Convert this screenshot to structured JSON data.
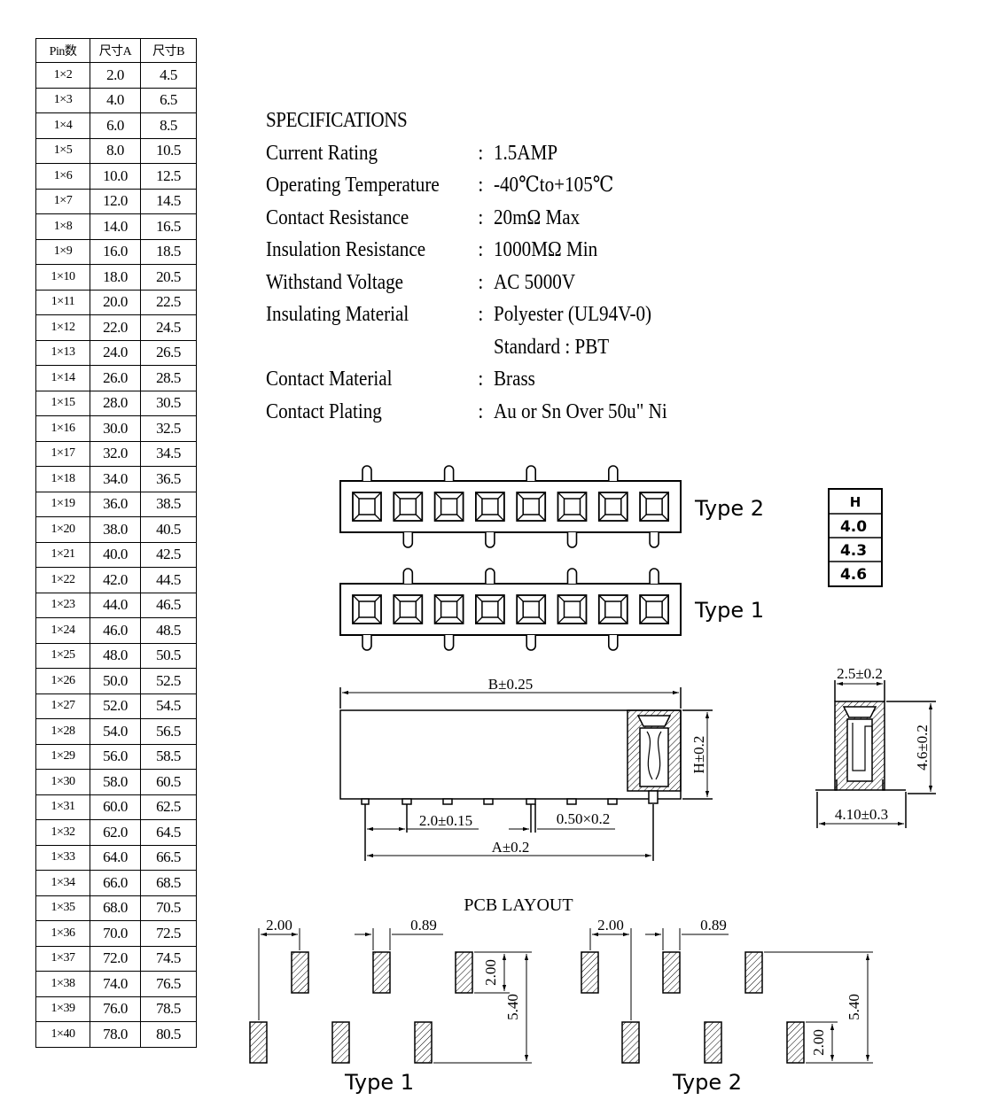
{
  "table": {
    "headers": [
      "Pin数",
      "尺寸A",
      "尺寸B"
    ],
    "rows": [
      [
        "1×2",
        "2.0",
        "4.5"
      ],
      [
        "1×3",
        "4.0",
        "6.5"
      ],
      [
        "1×4",
        "6.0",
        "8.5"
      ],
      [
        "1×5",
        "8.0",
        "10.5"
      ],
      [
        "1×6",
        "10.0",
        "12.5"
      ],
      [
        "1×7",
        "12.0",
        "14.5"
      ],
      [
        "1×8",
        "14.0",
        "16.5"
      ],
      [
        "1×9",
        "16.0",
        "18.5"
      ],
      [
        "1×10",
        "18.0",
        "20.5"
      ],
      [
        "1×11",
        "20.0",
        "22.5"
      ],
      [
        "1×12",
        "22.0",
        "24.5"
      ],
      [
        "1×13",
        "24.0",
        "26.5"
      ],
      [
        "1×14",
        "26.0",
        "28.5"
      ],
      [
        "1×15",
        "28.0",
        "30.5"
      ],
      [
        "1×16",
        "30.0",
        "32.5"
      ],
      [
        "1×17",
        "32.0",
        "34.5"
      ],
      [
        "1×18",
        "34.0",
        "36.5"
      ],
      [
        "1×19",
        "36.0",
        "38.5"
      ],
      [
        "1×20",
        "38.0",
        "40.5"
      ],
      [
        "1×21",
        "40.0",
        "42.5"
      ],
      [
        "1×22",
        "42.0",
        "44.5"
      ],
      [
        "1×23",
        "44.0",
        "46.5"
      ],
      [
        "1×24",
        "46.0",
        "48.5"
      ],
      [
        "1×25",
        "48.0",
        "50.5"
      ],
      [
        "1×26",
        "50.0",
        "52.5"
      ],
      [
        "1×27",
        "52.0",
        "54.5"
      ],
      [
        "1×28",
        "54.0",
        "56.5"
      ],
      [
        "1×29",
        "56.0",
        "58.5"
      ],
      [
        "1×30",
        "58.0",
        "60.5"
      ],
      [
        "1×31",
        "60.0",
        "62.5"
      ],
      [
        "1×32",
        "62.0",
        "64.5"
      ],
      [
        "1×33",
        "64.0",
        "66.5"
      ],
      [
        "1×34",
        "66.0",
        "68.5"
      ],
      [
        "1×35",
        "68.0",
        "70.5"
      ],
      [
        "1×36",
        "70.0",
        "72.5"
      ],
      [
        "1×37",
        "72.0",
        "74.5"
      ],
      [
        "1×38",
        "74.0",
        "76.5"
      ],
      [
        "1×39",
        "76.0",
        "78.5"
      ],
      [
        "1×40",
        "78.0",
        "80.5"
      ]
    ]
  },
  "specs": {
    "title": "SPECIFICATIONS",
    "current_rating": {
      "label": "Current Rating",
      "sep": ":",
      "value": "1.5AMP"
    },
    "operating_temperature": {
      "label": "Operating Temperature",
      "sep": ":",
      "value": "-40℃to+105℃"
    },
    "contact_resistance": {
      "label": "Contact Resistance",
      "sep": ":",
      "value": "20mΩ Max"
    },
    "insulation_resistance": {
      "label": "Insulation Resistance",
      "sep": ":",
      "value": "1000MΩ Min"
    },
    "withstand_voltage": {
      "label": "Withstand Voltage",
      "sep": ":",
      "value": "AC 5000V"
    },
    "insulating_material": {
      "label": "Insulating Material",
      "sep": ":",
      "value": "Polyester (UL94V-0)",
      "value2": "Standard : PBT"
    },
    "contact_material": {
      "label": "Contact Material",
      "sep": ":",
      "value": "Brass"
    },
    "contact_plating": {
      "label": "Contact Plating",
      "sep": ":",
      "value": "Au or Sn Over 50u\" Ni"
    }
  },
  "types": {
    "type2": "Type 2",
    "type1": "Type 1"
  },
  "h_table": {
    "header": "H",
    "values": [
      "4.0",
      "4.3",
      "4.6"
    ]
  },
  "dims": {
    "b": "B±0.25",
    "h": "H±0.2",
    "pitch": "2.0±0.15",
    "pin": "0.50×0.2",
    "a": "A±0.2",
    "side_top": "2.5±0.2",
    "side_h": "4.6±0.2",
    "side_bottom": "4.10±0.3"
  },
  "pcb": {
    "title": "PCB LAYOUT",
    "t1_pitch": "2.00",
    "t1_pad": "0.89",
    "t1_padlen": "2.00",
    "t1_total": "5.40",
    "t1_label": "Type 1",
    "t2_pitch": "2.00",
    "t2_pad": "0.89",
    "t2_padlen": "2.00",
    "t2_total": "5.40",
    "t2_label": "Type 2"
  }
}
